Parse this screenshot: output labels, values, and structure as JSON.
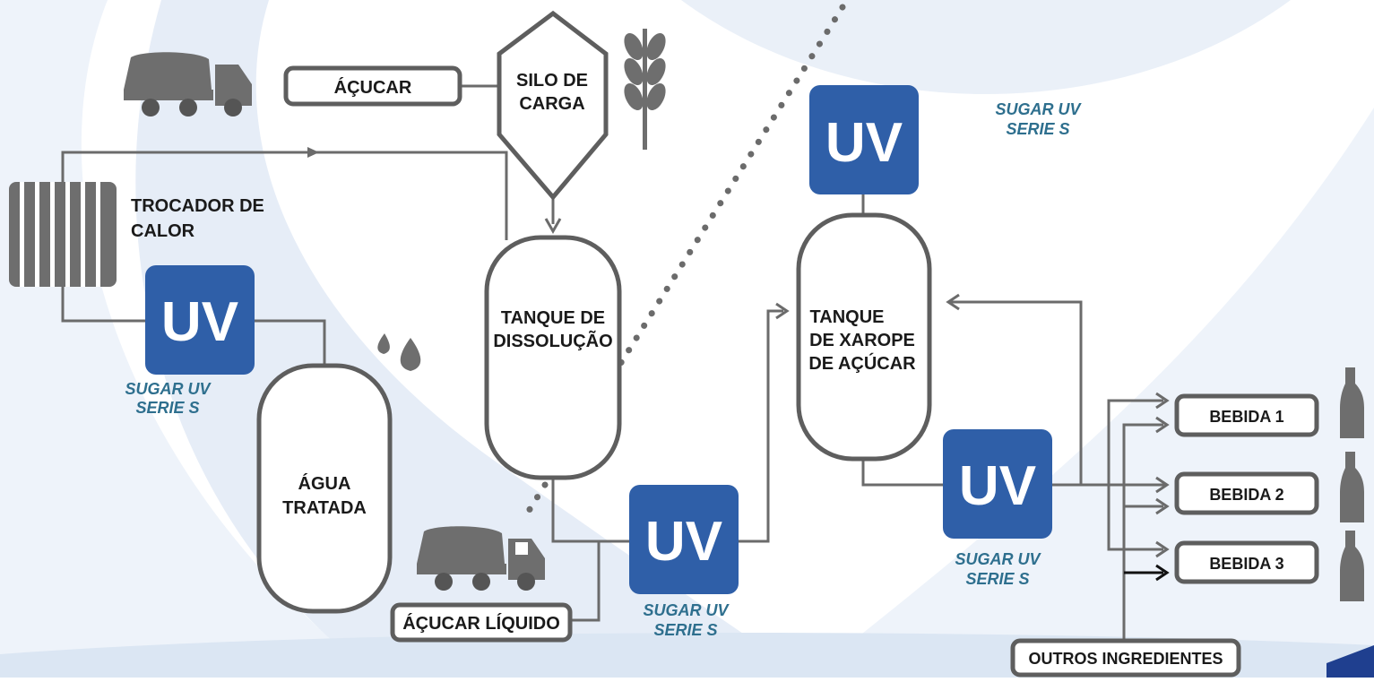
{
  "labels": {
    "acucar": "ÁÇUCAR",
    "silo_line1": "SILO DE",
    "silo_line2": "CARGA",
    "trocador_line1": "TROCADOR DE",
    "trocador_line2": "CALOR",
    "agua_line1": "ÁGUA",
    "agua_line2": "TRATADA",
    "tanque_dissolucao_line1": "TANQUE DE",
    "tanque_dissolucao_line2": "DISSOLUÇÃO",
    "tanque_xarope_line1": "TANQUE",
    "tanque_xarope_line2": "DE XAROPE",
    "tanque_xarope_line3": "DE AÇÚCAR",
    "acucar_liquido": "ÁÇUCAR LÍQUIDO",
    "bebida_1": "BEBIDA 1",
    "bebida_2": "BEBIDA 2",
    "bebida_3": "BEBIDA 3",
    "outros": "OUTROS INGREDIENTES"
  },
  "uv_units": [
    {
      "label": "UV",
      "caption_line1": "SUGAR UV",
      "caption_line2": "SERIE S"
    },
    {
      "label": "UV",
      "caption_line1": "SUGAR UV",
      "caption_line2": "SERIE S"
    },
    {
      "label": "UV",
      "caption_line1": "SUGAR UV",
      "caption_line2": "SERIE S"
    },
    {
      "label": "UV",
      "caption_line1": "SUGAR UV",
      "caption_line2": "SERIE S"
    }
  ],
  "colors": {
    "uv_blue": "#2f5fa8",
    "caption_teal": "#2e6f8e",
    "background_wave": "#eaf0f8",
    "gray": "#6b6b6b"
  },
  "icons": [
    "truck-icon",
    "wheat-icon",
    "water-drops-icon",
    "heat-exchanger-icon",
    "bottle-icon"
  ]
}
